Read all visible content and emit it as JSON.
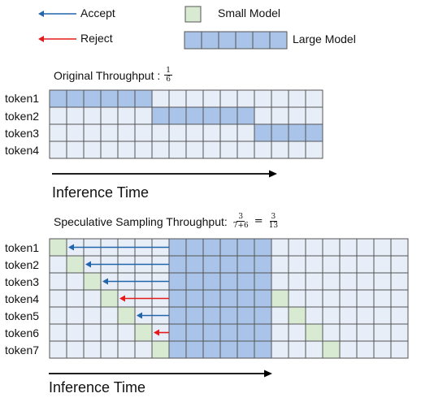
{
  "legend": {
    "accept_label": "Accept",
    "reject_label": "Reject",
    "small_model_label": "Small Model",
    "large_model_label": "Large Model",
    "accept_color": "#2166ac",
    "reject_color": "#e41a1c",
    "small_model_color": "#d9ead3",
    "large_model_color": "#a9c4e8"
  },
  "original": {
    "throughput_label": "Original Throughput :",
    "fraction": {
      "num": "1",
      "den": "6"
    },
    "tokens": [
      "token1",
      "token2",
      "token3",
      "token4"
    ],
    "axis_label": "Inference Time"
  },
  "speculative": {
    "throughput_label": "Speculative Sampling Throughput:",
    "fraction1": {
      "num": "3",
      "den": "7+6"
    },
    "equals": "=",
    "fraction2": {
      "num": "3",
      "den": "13"
    },
    "tokens": [
      "token1",
      "token2",
      "token3",
      "token4",
      "token5",
      "token6",
      "token7"
    ],
    "axis_label": "Inference Time",
    "arrows": [
      "accept",
      "accept",
      "accept",
      "reject",
      "accept",
      "reject"
    ]
  },
  "colors": {
    "empty_cell": "#e8eef7",
    "grid_line": "#555555"
  }
}
